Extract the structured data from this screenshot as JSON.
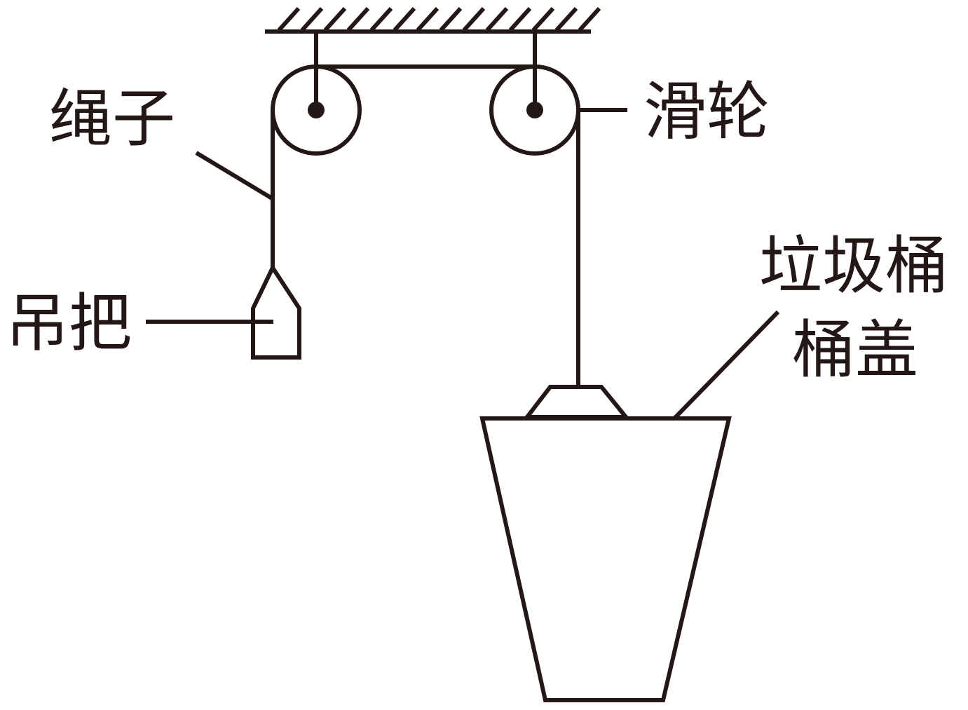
{
  "labels": {
    "rope": "绳子",
    "pulley": "滑轮",
    "handle": "吊把",
    "trash_can": "垃圾桶",
    "lid": "桶盖"
  },
  "colors": {
    "stroke": "#231815",
    "background": "#ffffff"
  }
}
